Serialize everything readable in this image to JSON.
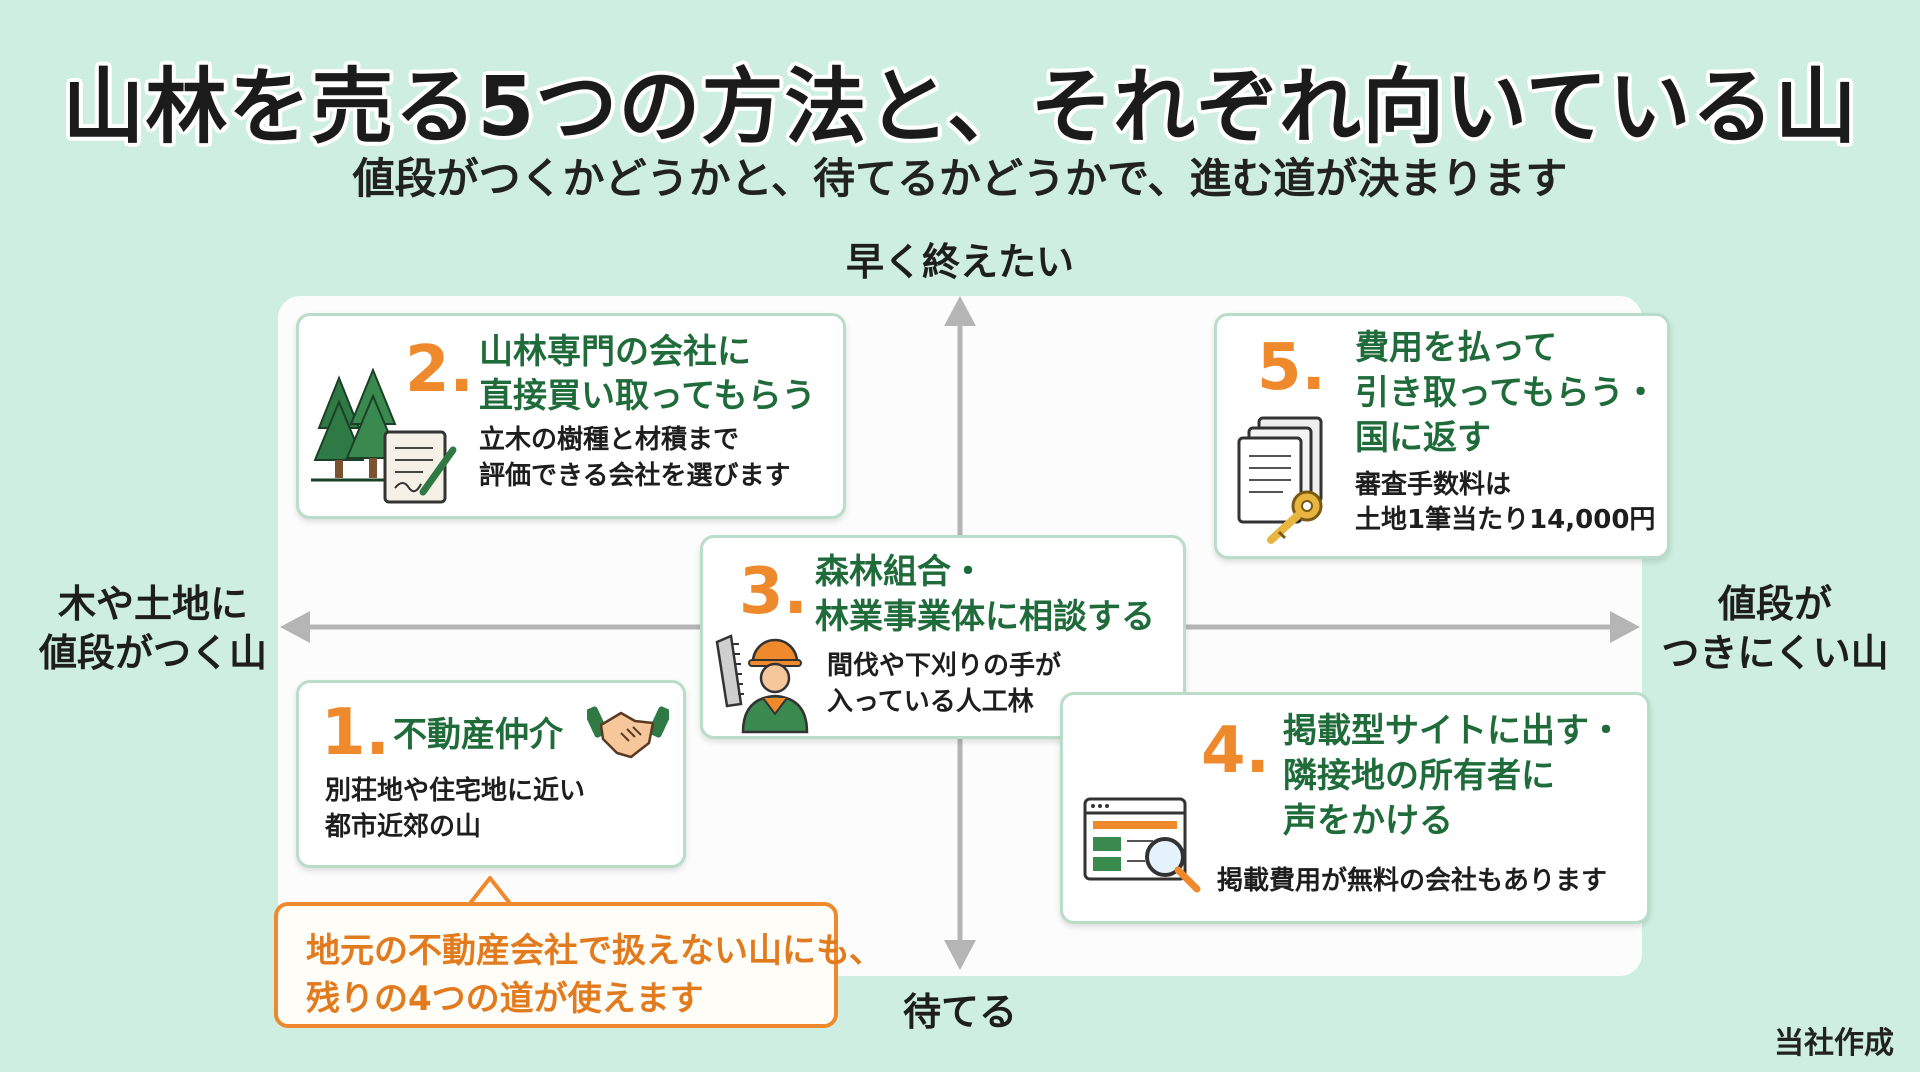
{
  "title": "山林を売る5つの方法と、それぞれ向いている山",
  "subtitle": "値段がつくかどうかと、待てるかどうかで、進む道が決まります",
  "axes": {
    "top": "早く終えたい",
    "bottom": "待てる",
    "left_line1": "木や土地に",
    "left_line2": "値段がつく山",
    "right_line1": "値段が",
    "right_line2": "つきにくい山"
  },
  "methods": [
    {
      "number": "1.",
      "title_lines": [
        "不動産仲介"
      ],
      "desc_lines": [
        "別荘地や住宅地に近い",
        "都市近郊の山"
      ],
      "icon": "handshake-icon"
    },
    {
      "number": "2.",
      "title_lines": [
        "山林専門の会社に",
        "直接買い取ってもらう"
      ],
      "desc_lines": [
        "立木の樹種と材積まで",
        "評価できる会社を選びます"
      ],
      "icon": "forest-contract-icon"
    },
    {
      "number": "3.",
      "title_lines": [
        "森林組合・",
        "林業事業体に相談する"
      ],
      "desc_lines": [
        "間伐や下刈りの手が",
        "入っている人工林"
      ],
      "icon": "forestry-worker-icon"
    },
    {
      "number": "4.",
      "title_lines": [
        "掲載型サイトに出す・",
        "隣接地の所有者に",
        "声をかける"
      ],
      "desc_lines": [
        "掲載費用が無料の会社もあります"
      ],
      "icon": "website-search-icon"
    },
    {
      "number": "5.",
      "title_lines": [
        "費用を払って",
        "引き取ってもらう・",
        "国に返す"
      ],
      "desc_lines": [
        "審査手数料は",
        "土地1筆当たり14,000円"
      ],
      "icon": "documents-key-icon"
    }
  ],
  "callout": {
    "line1": "地元の不動産会社で扱えない山にも、",
    "line2": "残りの4つの道が使えます"
  },
  "credit": "当社作成",
  "colors": {
    "background": "#cdeee0",
    "accent_number": "#ef8a2c",
    "title_green": "#1f6b3a",
    "card_border": "#b9ddc8",
    "axis_gray": "#b5b5b5"
  }
}
